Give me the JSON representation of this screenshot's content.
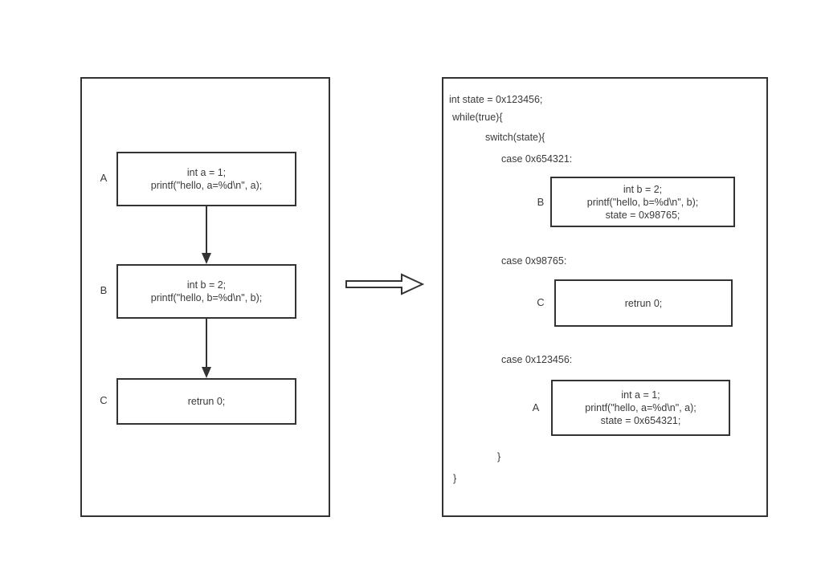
{
  "colors": {
    "line": "#333333",
    "text": "#3a3a3a",
    "background": "#ffffff"
  },
  "left_panel": {
    "blocks": {
      "a": {
        "label": "A",
        "line1": "int a = 1;",
        "line2": "printf(\"hello, a=%d\\n\", a);"
      },
      "b": {
        "label": "B",
        "line1": "int b = 2;",
        "line2": "printf(\"hello, b=%d\\n\", b);"
      },
      "c": {
        "label": "C",
        "line1": "retrun 0;"
      }
    }
  },
  "right_panel": {
    "line_int_state": "int state = 0x123456;",
    "line_while": "while(true){",
    "line_switch": "switch(state){",
    "case_1": "case 0x654321:",
    "case_2": "case 0x98765:",
    "case_3": "case 0x123456:",
    "block_b": {
      "label": "B",
      "line1": "int b = 2;",
      "line2": "printf(\"hello, b=%d\\n\", b);",
      "line3": "state = 0x98765;"
    },
    "block_c": {
      "label": "C",
      "line1": "retrun 0;"
    },
    "block_a": {
      "label": "A",
      "line1": "int a = 1;",
      "line2": "printf(\"hello, a=%d\\n\", a);",
      "line3": "state = 0x654321;"
    },
    "close_switch": "}",
    "close_while": "}"
  }
}
